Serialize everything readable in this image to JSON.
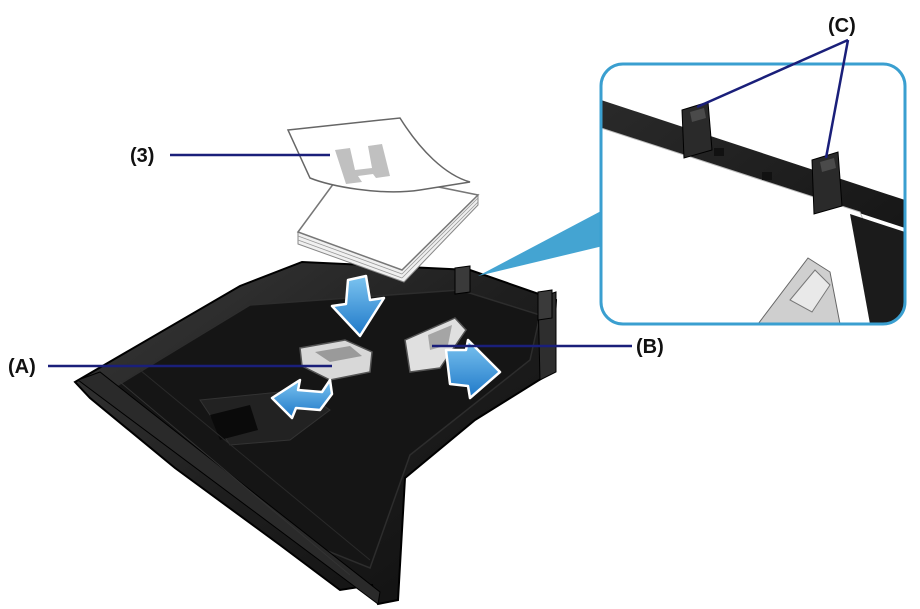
{
  "labels": {
    "paper_stack": "(3)",
    "guide_a": "(A)",
    "guide_b": "(B)",
    "stoppers_c": "(C)"
  },
  "colors": {
    "leader_line": "#1a1f7a",
    "inset_border": "#3a9fd0",
    "zoom_wedge": "#3a9fd0",
    "arrow_fill": "#1e88d6",
    "cassette": "#1c1c1c",
    "paper": "#ffffff"
  },
  "icons": {
    "push_arrow": "down-arrow-icon",
    "slide_arrow_a": "slide-left-arrow-icon",
    "slide_arrow_b": "slide-right-arrow-icon"
  }
}
